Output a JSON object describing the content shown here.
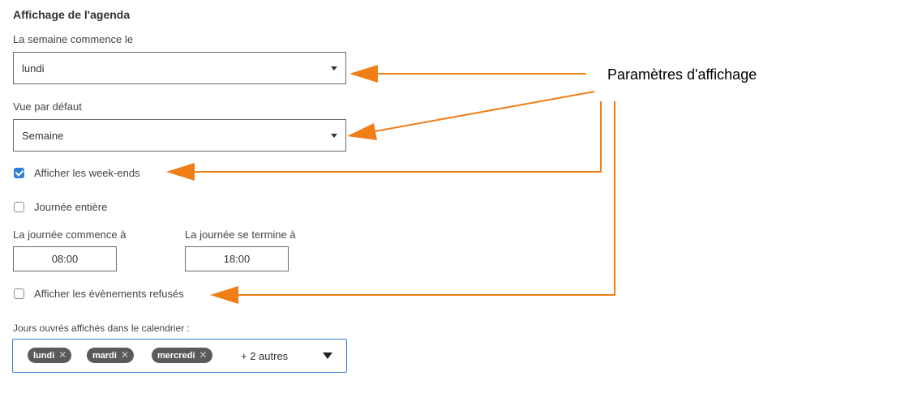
{
  "section_title": "Affichage de l'agenda",
  "week_start": {
    "label": "La semaine commence le",
    "value": "lundi"
  },
  "default_view": {
    "label": "Vue par défaut",
    "value": "Semaine"
  },
  "show_weekends": {
    "label": "Afficher les week-ends",
    "checked": true
  },
  "all_day": {
    "label": "Journée entière",
    "checked": false
  },
  "day_start": {
    "label": "La journée commence à",
    "value": "08:00"
  },
  "day_end": {
    "label": "La journée se termine à",
    "value": "18:00"
  },
  "show_declined": {
    "label": "Afficher les évènements refusés",
    "checked": false
  },
  "working_days": {
    "label": "Jours ouvrés affichés dans le calendrier :",
    "chips": [
      "lundi",
      "mardi",
      "mercredi"
    ],
    "more": "+ 2 autres"
  },
  "annotation": {
    "text": "Paramètres d'affichage",
    "color": "#f07d16"
  },
  "colors": {
    "accent": "#2f80d6",
    "chip": "#5a5a5a"
  }
}
